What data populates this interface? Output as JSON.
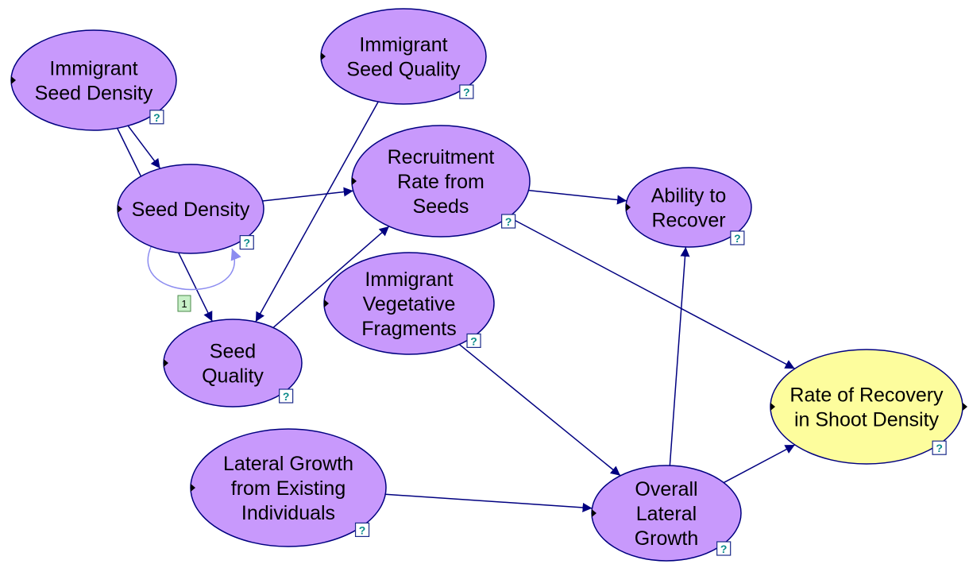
{
  "colors": {
    "node_fill": "#c899fc",
    "output_fill": "#fdfd9d",
    "node_stroke": "#000080",
    "edge": "#000080",
    "loop_edge": "#8c8cf0",
    "badge_fill": "#c8f0c8",
    "help_q": "#0a8a8a"
  },
  "icons": {
    "help": "question-mark-help-icon",
    "connector": "connector-triangle-icon"
  },
  "nodes": [
    {
      "id": "immigrant-seed-density",
      "lines": [
        "Immigrant",
        "Seed Density"
      ],
      "type": "variable"
    },
    {
      "id": "immigrant-seed-quality",
      "lines": [
        "Immigrant",
        "Seed Quality"
      ],
      "type": "variable"
    },
    {
      "id": "seed-density",
      "lines": [
        "Seed Density"
      ],
      "type": "variable"
    },
    {
      "id": "recruitment-rate",
      "lines": [
        "Recruitment",
        "Rate from",
        "Seeds"
      ],
      "type": "variable"
    },
    {
      "id": "ability-to-recover",
      "lines": [
        "Ability to",
        "Recover"
      ],
      "type": "variable"
    },
    {
      "id": "immigrant-vegetative",
      "lines": [
        "Immigrant",
        "Vegetative",
        "Fragments"
      ],
      "type": "variable"
    },
    {
      "id": "seed-quality",
      "lines": [
        "Seed",
        "Quality"
      ],
      "type": "variable"
    },
    {
      "id": "rate-of-recovery",
      "lines": [
        "Rate of Recovery",
        "in Shoot Density"
      ],
      "type": "output"
    },
    {
      "id": "lateral-growth-existing",
      "lines": [
        "Lateral Growth",
        "from Existing",
        "Individuals"
      ],
      "type": "variable"
    },
    {
      "id": "overall-lateral-growth",
      "lines": [
        "Overall",
        "Lateral",
        "Growth"
      ],
      "type": "variable"
    }
  ],
  "edges": [
    {
      "from": "immigrant-seed-density",
      "to": "seed-density"
    },
    {
      "from": "immigrant-seed-density",
      "to": "seed-quality"
    },
    {
      "from": "immigrant-seed-quality",
      "to": "seed-quality"
    },
    {
      "from": "seed-density",
      "to": "recruitment-rate"
    },
    {
      "from": "seed-quality",
      "to": "recruitment-rate"
    },
    {
      "from": "recruitment-rate",
      "to": "ability-to-recover"
    },
    {
      "from": "recruitment-rate",
      "to": "rate-of-recovery"
    },
    {
      "from": "immigrant-vegetative",
      "to": "overall-lateral-growth"
    },
    {
      "from": "lateral-growth-existing",
      "to": "overall-lateral-growth"
    },
    {
      "from": "overall-lateral-growth",
      "to": "ability-to-recover"
    },
    {
      "from": "overall-lateral-growth",
      "to": "rate-of-recovery"
    }
  ],
  "loop": {
    "node": "seed-density",
    "badge": "1"
  }
}
